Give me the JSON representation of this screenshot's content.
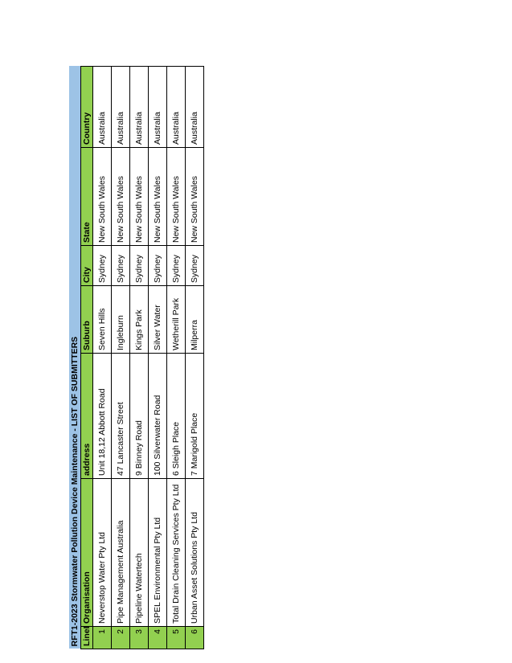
{
  "title": "RFT1-2023 Stormwater Pollution Device Maintenance - LIST OF SUBMITTERS",
  "columns": [
    "LineID",
    "Organisation",
    "address",
    "Suburb",
    "City",
    "State",
    "Country"
  ],
  "rows": [
    [
      "1",
      "Neverstop Water Pty Ltd",
      "Unit 18,12 Abbott Road",
      "Seven Hills",
      "Sydney",
      "New South Wales",
      "Australia"
    ],
    [
      "2",
      "Pipe Management Australia",
      "47 Lancaster Street",
      "Ingleburn",
      "Sydney",
      "New South Wales",
      "Australia"
    ],
    [
      "3",
      "Pipeline Watertech",
      "9 Binney Road",
      "Kings Park",
      "Sydney",
      "New South Wales",
      "Australia"
    ],
    [
      "4",
      "SPEL Environmental Pty Ltd",
      "100 Silverwater Road",
      "Silver Water",
      "Sydney",
      "New South Wales",
      "Australia"
    ],
    [
      "5",
      "Total Drain Cleaning Services Pty Ltd",
      "6 Sleigh Place",
      "Wetherill Park",
      "Sydney",
      "New South Wales",
      "Australia"
    ],
    [
      "6",
      "Urban Asset Solutions Pty Ltd",
      "7 Marigold Place",
      "Milperra",
      "Sydney",
      "New South Wales",
      "Australia"
    ]
  ],
  "colors": {
    "title_fill": "#9dc3e6",
    "header_fill": "#92d050",
    "lineid_fill": "#92d050"
  }
}
